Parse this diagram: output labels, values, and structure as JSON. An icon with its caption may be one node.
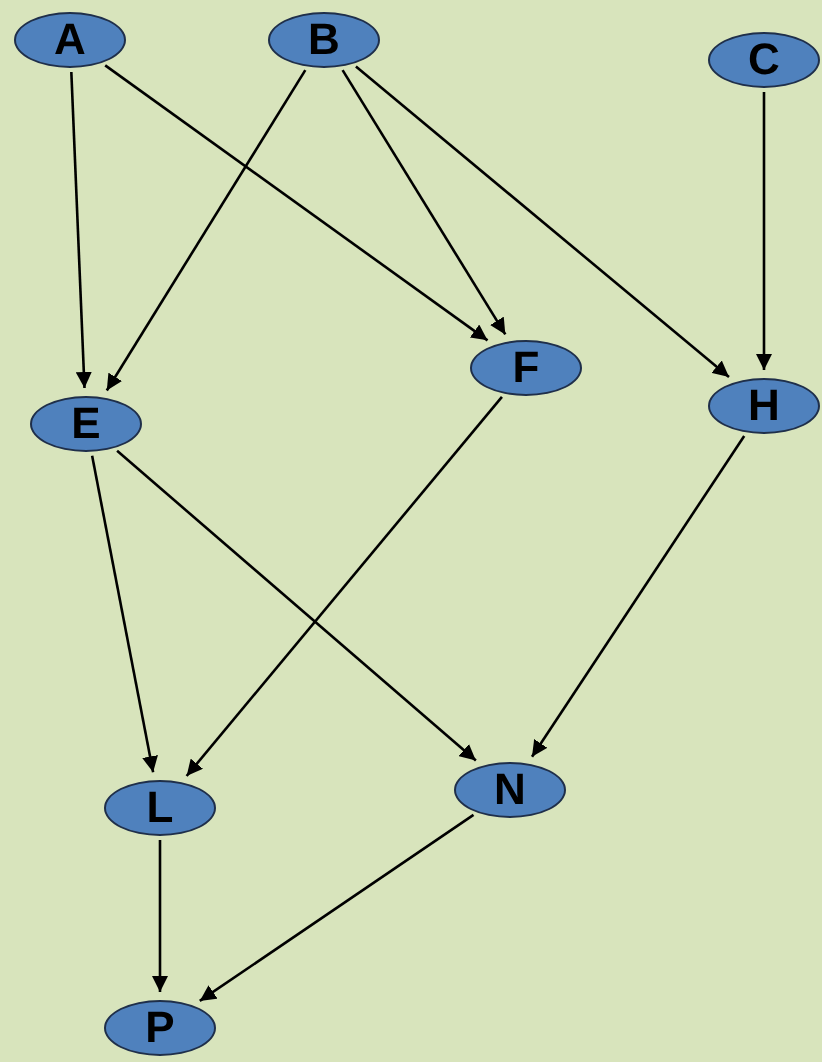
{
  "diagram": {
    "nodes": [
      {
        "text": [
          "A"
        ]
      },
      {
        "text": [
          "B"
        ]
      },
      {
        "text": [
          "C"
        ]
      },
      {
        "text": [
          "E"
        ]
      },
      {
        "text": [
          "F"
        ]
      },
      {
        "text": [
          "H"
        ]
      },
      {
        "text": [
          "L"
        ]
      },
      {
        "text": [
          "N"
        ]
      },
      {
        "text": [
          "P"
        ]
      }
    ],
    "edges": [
      {
        "from": 0,
        "to": 3,
        "arrow": "to"
      },
      {
        "from": 0,
        "to": 4,
        "arrow": "to"
      },
      {
        "from": 1,
        "to": 3,
        "arrow": "to"
      },
      {
        "from": 1,
        "to": 4,
        "arrow": "to"
      },
      {
        "from": 1,
        "to": 5,
        "arrow": "to"
      },
      {
        "from": 2,
        "to": 5,
        "arrow": "to"
      },
      {
        "from": 3,
        "to": 6,
        "arrow": "to"
      },
      {
        "from": 3,
        "to": 7,
        "arrow": "to"
      },
      {
        "from": 4,
        "to": 6,
        "arrow": "to"
      },
      {
        "from": 5,
        "to": 7,
        "arrow": "to"
      },
      {
        "from": 6,
        "to": 8,
        "arrow": "to"
      },
      {
        "from": 7,
        "to": 8,
        "arrow": "to"
      }
    ]
  }
}
